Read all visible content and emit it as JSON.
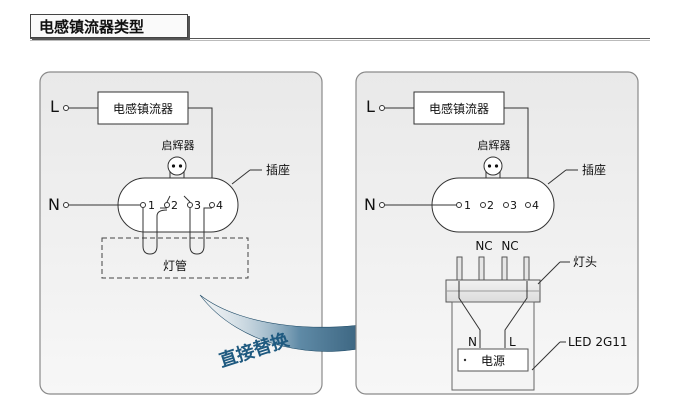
{
  "heading": "电感镇流器类型",
  "left_panel": {
    "terminal_l": "L",
    "terminal_n": "N",
    "ballast": "电感镇流器",
    "starter": "启辉器",
    "socket": "插座",
    "pins": [
      "1",
      "2",
      "3",
      "4"
    ],
    "tube": "灯管"
  },
  "arrow_label": "直接替换",
  "right_panel": {
    "terminal_l": "L",
    "terminal_n": "N",
    "ballast": "电感镇流器",
    "starter": "启辉器",
    "socket": "插座",
    "pins": [
      "1",
      "2",
      "3",
      "4"
    ],
    "nc_labels": [
      "NC",
      "NC"
    ],
    "lamp_cap": "灯头",
    "inner_n": "N",
    "inner_l": "L",
    "power": "电源",
    "led_model": "LED 2G11"
  },
  "colors": {
    "arrow_dark": "#1e4a66",
    "arrow_light": "#cfe0ea",
    "arrow_text": "#1f5a80"
  }
}
